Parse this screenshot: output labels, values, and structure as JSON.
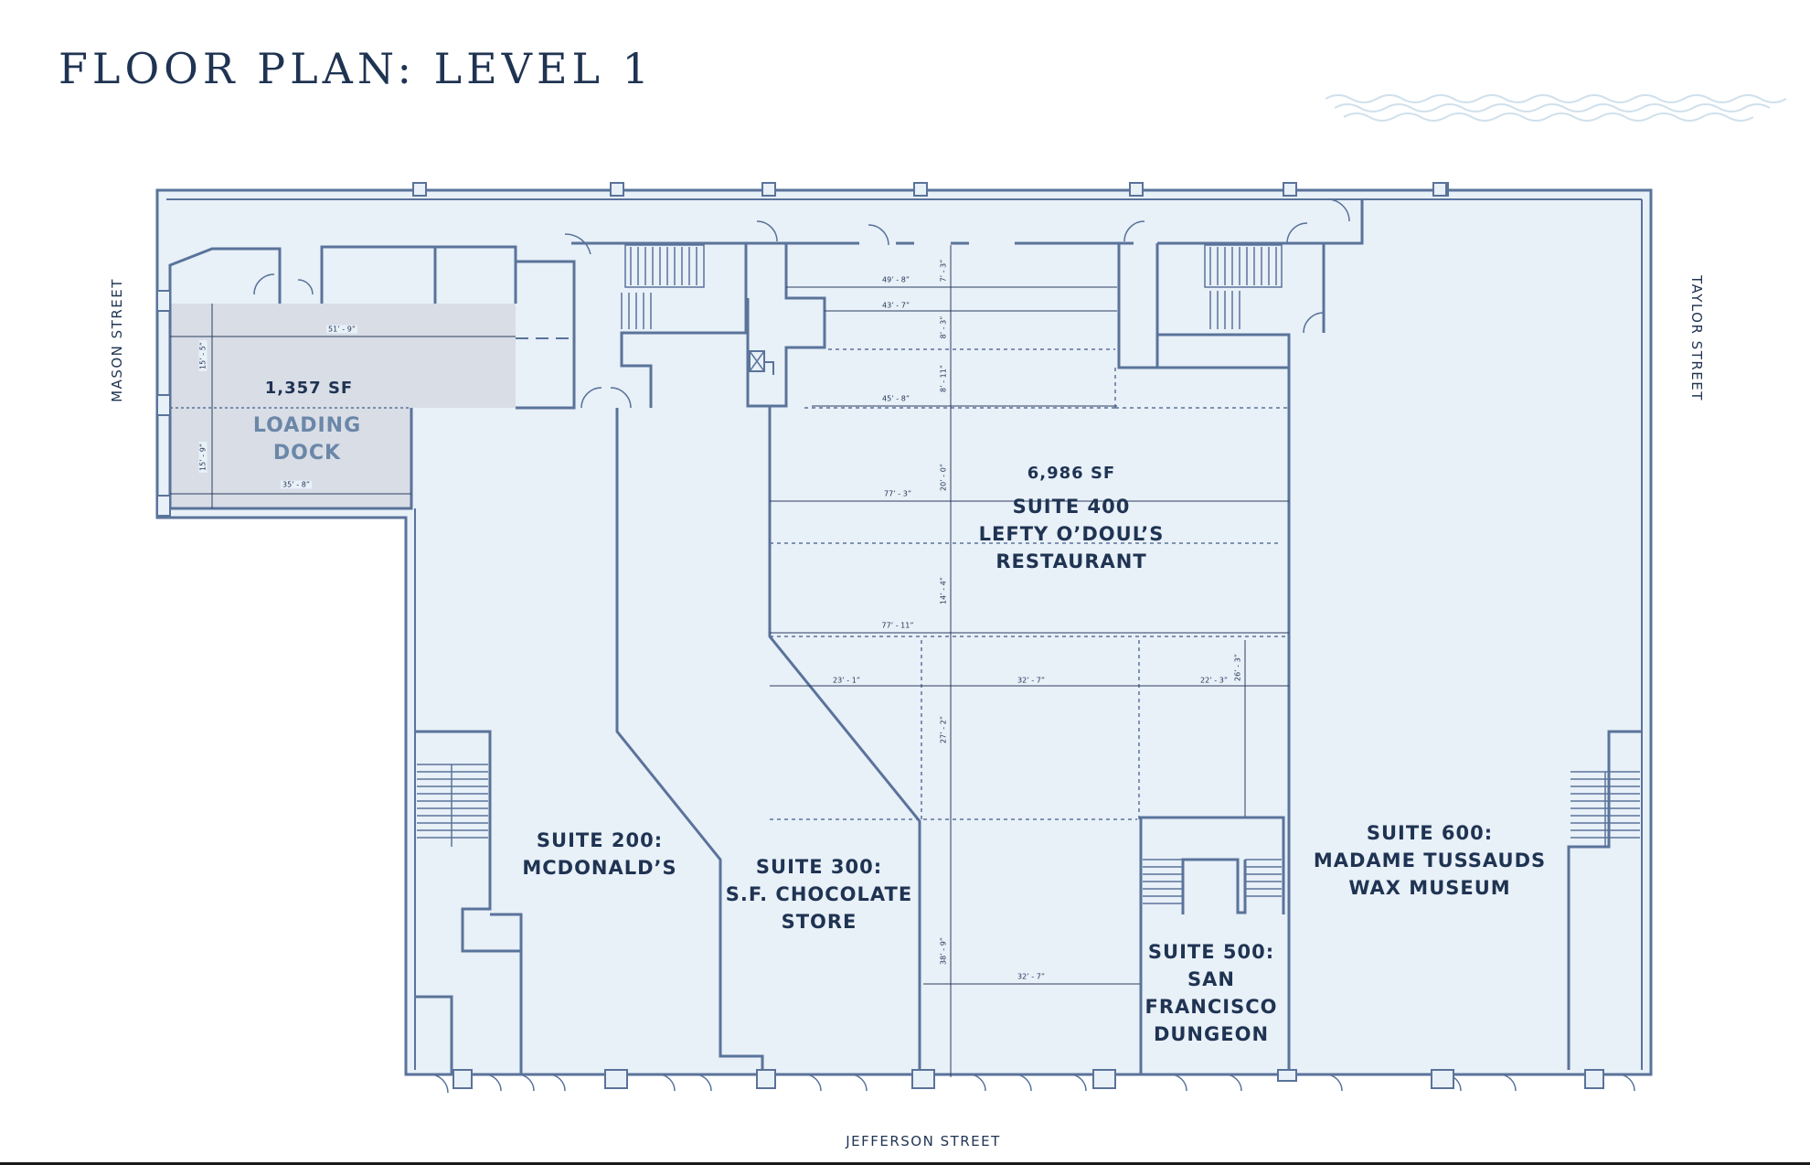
{
  "title": "FLOOR PLAN: LEVEL 1",
  "streets": {
    "mason": "MASON STREET",
    "taylor": "TAYLOR STREET",
    "jefferson": "JEFFERSON STREET"
  },
  "loading_dock": {
    "area": "1,357 SF",
    "name_line1": "LOADING",
    "name_line2": "DOCK"
  },
  "suites": {
    "s200": {
      "line1": "SUITE 200:",
      "line2": "MCDONALD’S"
    },
    "s300": {
      "line1": "SUITE 300:",
      "line2": "S.F. CHOCOLATE",
      "line3": "STORE"
    },
    "s400": {
      "area": "6,986 SF",
      "line1": "SUITE 400",
      "line2": "LEFTY O’DOUL’S",
      "line3": "RESTAURANT"
    },
    "s500": {
      "line1": "SUITE 500:",
      "line2": "SAN",
      "line3": "FRANCISCO",
      "line4": "DUNGEON"
    },
    "s600": {
      "line1": "SUITE 600:",
      "line2": "MADAME TUSSAUDS",
      "line3": "WAX MUSEUM"
    }
  },
  "dimensions": {
    "d1": "51’ - 9”",
    "d2": "15’ - 5”",
    "d3": "15’ - 9”",
    "d4": "35’ - 8”",
    "d5": "49’ - 8”",
    "d6": "43’ - 7”",
    "d7": "45’ - 8”",
    "d8": "7’ - 3”",
    "d9": "8’ - 3”",
    "d10": "8’ - 11”",
    "d11": "20’ - 0”",
    "d12": "77’ - 3”",
    "d13": "14’ - 4”",
    "d14": "77’ - 11”",
    "d15": "23’ - 1”",
    "d16": "32’ - 7”",
    "d17": "22’ - 3”",
    "d18": "26’ - 3”",
    "d19": "27’ - 2”",
    "d20": "38’ - 9”",
    "d21": "32’ - 7”"
  },
  "colors": {
    "wall": "#5a739a",
    "floor": "#e8f0f8",
    "dock_fill": "#d8dde6",
    "text": "#1f3352",
    "dock_text": "#6b87a8",
    "wave": "#cfe0ec"
  }
}
